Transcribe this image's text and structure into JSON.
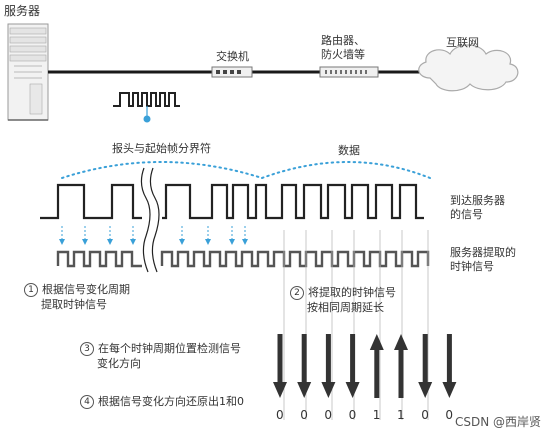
{
  "labels": {
    "server": "服务器",
    "switch": "交换机",
    "router_line1": "路由器、",
    "router_line2": "防火墙等",
    "internet": "互联网",
    "preamble": "报头与起始帧分界符",
    "data": "数据",
    "arrive_line1": "到达服务器",
    "arrive_line2": "的信号",
    "clock_line1": "服务器提取的",
    "clock_line2": "时钟信号"
  },
  "steps": [
    {
      "num": "1",
      "line1": "根据信号变化周期",
      "line2": "提取时钟信号"
    },
    {
      "num": "2",
      "line1": "将提取的时钟信号",
      "line2": "按相同周期延长"
    },
    {
      "num": "3",
      "line1": "在每个时钟周期位置检测信号",
      "line2": "变化方向"
    },
    {
      "num": "4",
      "line1": "根据信号变化方向还原出1和0",
      "line2": ""
    }
  ],
  "bits": [
    "0",
    "0",
    "0",
    "0",
    "1",
    "1",
    "0",
    "0"
  ],
  "bit_directions": [
    "down",
    "down",
    "down",
    "down",
    "up",
    "up",
    "down",
    "down"
  ],
  "watermark": "CSDN @西岸贤",
  "colors": {
    "signal": "#222222",
    "clock": "#555555",
    "dotted_arc": "#3aa0d8",
    "sample_arrow": "#3aa0d8",
    "cable": "#1a1a1a",
    "bit_arrow": "#333333"
  },
  "icons": [
    "server-icon",
    "switch-icon",
    "router-icon",
    "cloud-icon"
  ]
}
